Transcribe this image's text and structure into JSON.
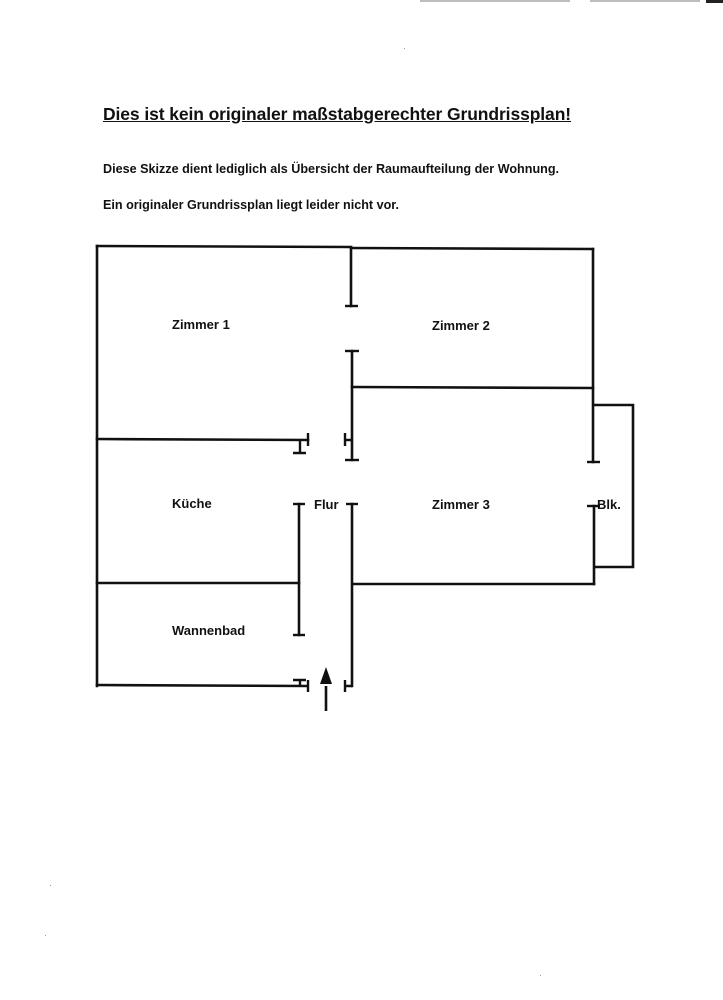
{
  "document": {
    "heading": "Dies ist kein originaler maßstabgerechter Grundrissplan!",
    "paragraphs": [
      "Diese Skizze dient lediglich als Übersicht der Raumaufteilung der Wohnung.",
      "Ein originaler Grundrissplan liegt leider nicht vor."
    ]
  },
  "floor_plan": {
    "rooms": {
      "zimmer1": "Zimmer 1",
      "zimmer2": "Zimmer 2",
      "kueche": "Küche",
      "flur": "Flur",
      "zimmer3": "Zimmer 3",
      "balkon": "Blk.",
      "wannenbad": "Wannenbad"
    },
    "entrance_icon": "arrow-up-icon",
    "line_color": "#111111"
  }
}
